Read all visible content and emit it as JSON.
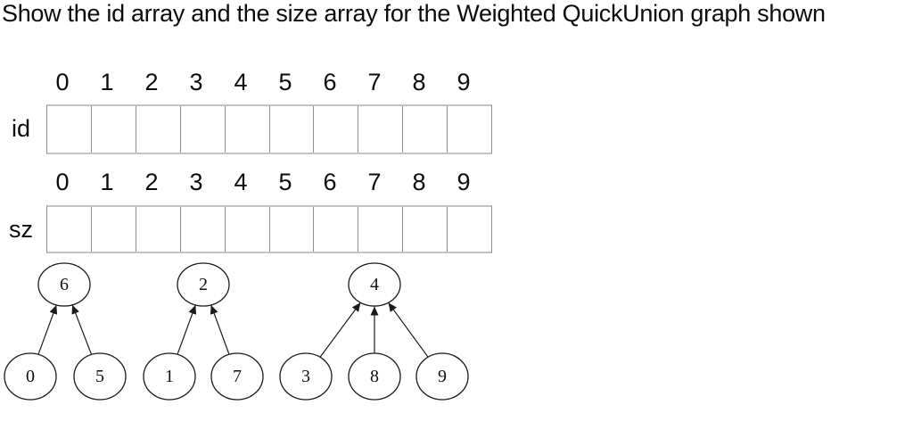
{
  "title": "Show the id array and the size array for the Weighted QuickUnion graph shown",
  "arrays": {
    "id": {
      "label": "id",
      "indices": [
        "0",
        "1",
        "2",
        "3",
        "4",
        "5",
        "6",
        "7",
        "8",
        "9"
      ],
      "values": [
        "",
        "",
        "",
        "",
        "",
        "",
        "",
        "",
        "",
        ""
      ]
    },
    "sz": {
      "label": "sz",
      "indices": [
        "0",
        "1",
        "2",
        "3",
        "4",
        "5",
        "6",
        "7",
        "8",
        "9"
      ],
      "values": [
        "",
        "",
        "",
        "",
        "",
        "",
        "",
        "",
        "",
        ""
      ]
    }
  },
  "forest": {
    "trees": [
      {
        "root": "6",
        "children": [
          "0",
          "5"
        ]
      },
      {
        "root": "2",
        "children": [
          "1",
          "7"
        ]
      },
      {
        "root": "4",
        "children": [
          "3",
          "8",
          "9"
        ]
      }
    ],
    "node_labels": {
      "n0": "0",
      "n1": "1",
      "n2": "2",
      "n3": "3",
      "n4": "4",
      "n5": "5",
      "n6": "6",
      "n7": "7",
      "n8": "8",
      "n9": "9"
    }
  }
}
